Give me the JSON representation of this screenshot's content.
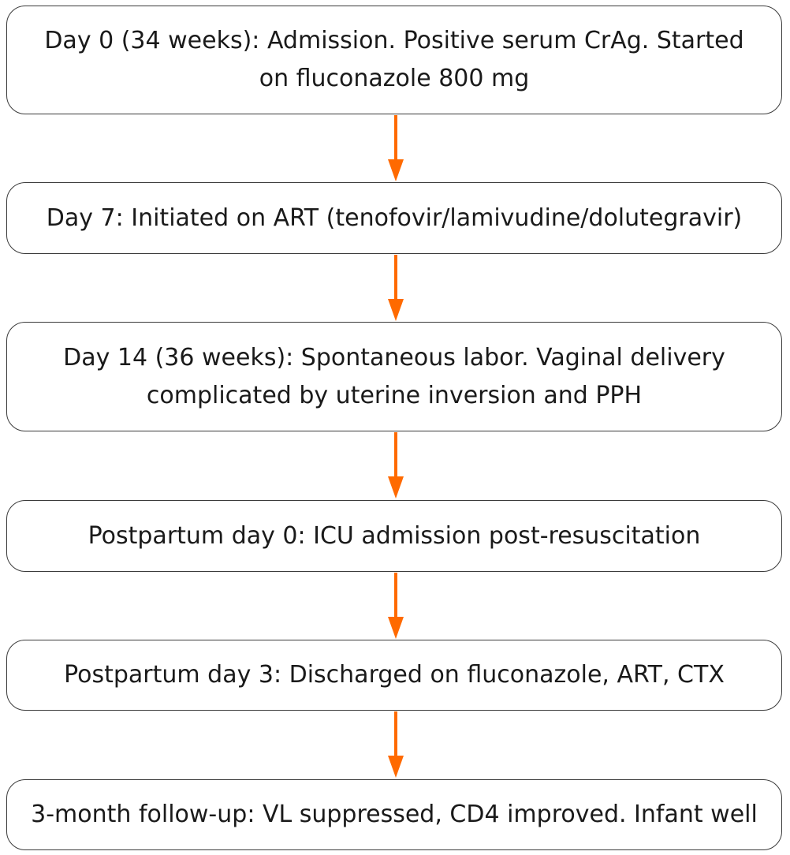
{
  "flowchart": {
    "steps": [
      {
        "text": "Day 0 (34 weeks): Admission. Positive serum CrAg. Started\non fluconazole 800 mg"
      },
      {
        "text": "Day 7: Initiated on ART (tenofovir/lamivudine/dolutegravir)"
      },
      {
        "text": "Day 14 (36 weeks): Spontaneous labor. Vaginal delivery\ncomplicated by uterine inversion and PPH"
      },
      {
        "text": "Postpartum day 0: ICU admission post-resuscitation"
      },
      {
        "text": "Postpartum day 3: Discharged on fluconazole, ART, CTX"
      },
      {
        "text": "3-month follow-up: VL suppressed, CD4 improved. Infant well"
      }
    ],
    "arrow_color": "#ff6a00",
    "box_border_color": "#3a3a3a"
  }
}
